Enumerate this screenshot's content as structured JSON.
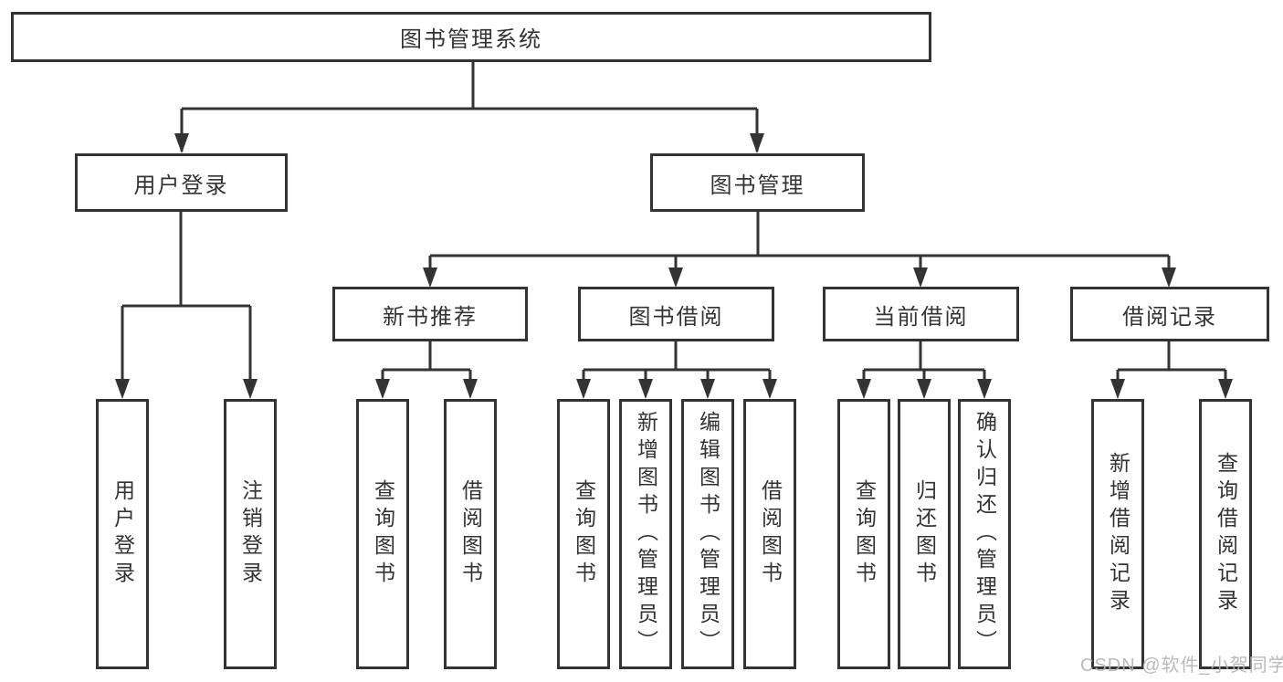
{
  "page": {
    "background": "#ffffff",
    "line_color": "#333333",
    "text_color": "#333333"
  },
  "diagram": {
    "root": {
      "label": "图书管理系统"
    },
    "level2": [
      {
        "id": "user-login",
        "label": "用户登录"
      },
      {
        "id": "book-management",
        "label": "图书管理"
      }
    ],
    "level3": [
      {
        "id": "new-book-recommend",
        "label": "新书推荐",
        "parent": "图书管理"
      },
      {
        "id": "book-borrowing",
        "label": "图书借阅",
        "parent": "图书管理"
      },
      {
        "id": "current-borrowing",
        "label": "当前借阅",
        "parent": "图书管理"
      },
      {
        "id": "borrowing-records",
        "label": "借阅记录",
        "parent": "图书管理"
      }
    ],
    "leaves": [
      {
        "label": "用户登录",
        "parent": "用户登录"
      },
      {
        "label": "注销登录",
        "parent": "用户登录"
      },
      {
        "label": "查询图书",
        "parent": "新书推荐"
      },
      {
        "label": "借阅图书",
        "parent": "新书推荐"
      },
      {
        "label": "查询图书",
        "parent": "图书借阅"
      },
      {
        "label": "新增图书（管理员）",
        "parent": "图书借阅"
      },
      {
        "label": "编辑图书（管理员）",
        "parent": "图书借阅"
      },
      {
        "label": "借阅图书",
        "parent": "图书借阅"
      },
      {
        "label": "查询图书",
        "parent": "当前借阅"
      },
      {
        "label": "归还图书",
        "parent": "当前借阅"
      },
      {
        "label": "确认归还（管理员）",
        "parent": "当前借阅"
      },
      {
        "label": "新增借阅记录",
        "parent": "借阅记录"
      },
      {
        "label": "查询借阅记录",
        "parent": "借阅记录"
      }
    ]
  },
  "watermark": {
    "text": "CSDN @软件_小贺同学",
    "color": "#b2b2b2"
  }
}
